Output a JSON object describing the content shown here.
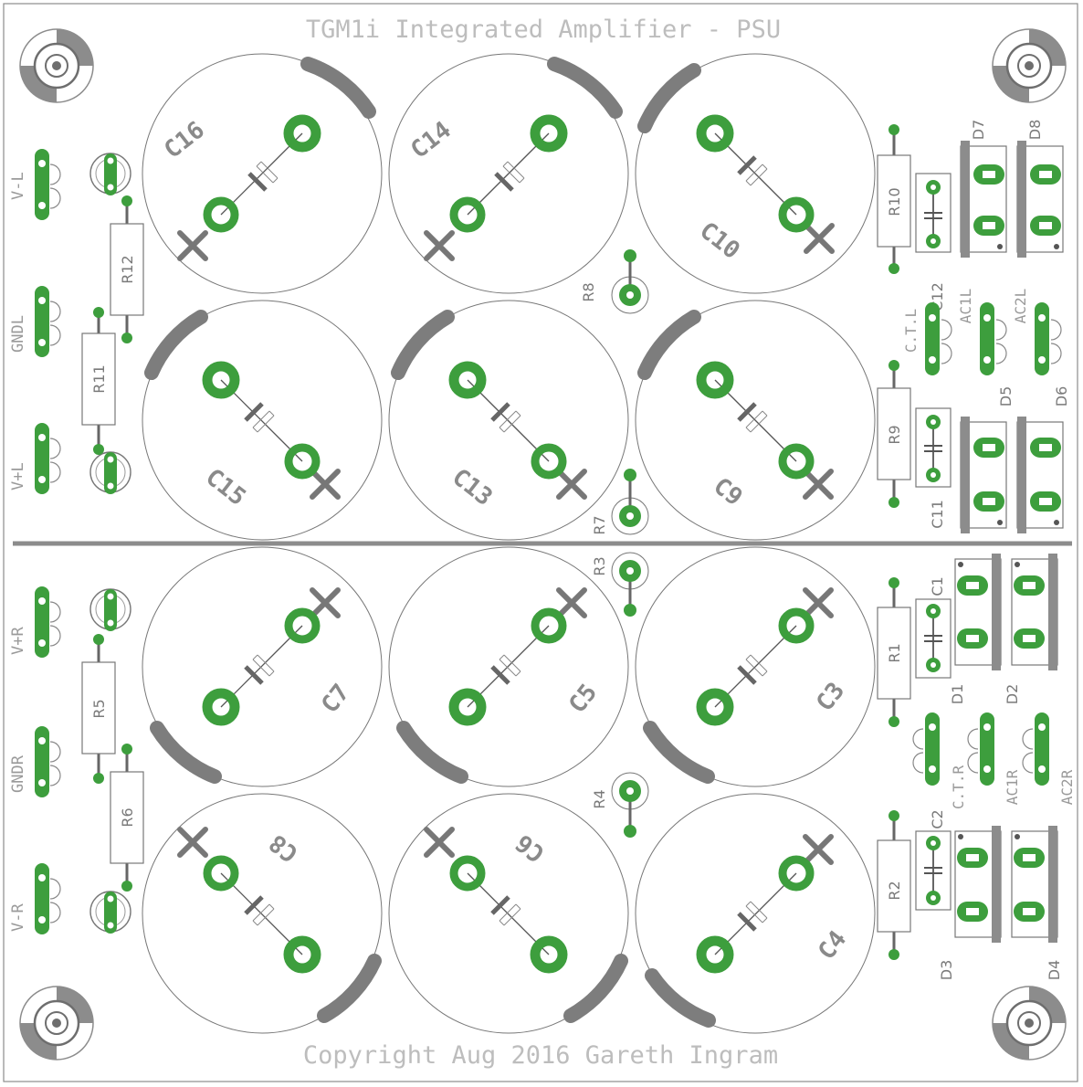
{
  "board": {
    "title": "TGM1i Integrated Amplifier - PSU",
    "copyright": "Copyright Aug 2016 Gareth Ingram",
    "colors": {
      "pad": "#3d9e3d",
      "silk": "#7a7a7a",
      "outline": "#777777",
      "divider": "#8c8c8c",
      "title": "#bdbdbd"
    }
  },
  "connectors": [
    "V-L",
    "GNDL",
    "V+L",
    "V+R",
    "GNDR",
    "V-R",
    "C.T.L",
    "AC1L",
    "AC2L",
    "C.T.R",
    "AC1R",
    "AC2R"
  ],
  "capacitors_large": [
    "C16",
    "C14",
    "C10",
    "C15",
    "C13",
    "C9",
    "C7",
    "C5",
    "C3",
    "C8",
    "C6",
    "C4"
  ],
  "capacitors_small": [
    "C12",
    "C11",
    "C1",
    "C2"
  ],
  "resistors": [
    "R12",
    "R11",
    "R10",
    "R9",
    "R8",
    "R7",
    "R3",
    "R4",
    "R5",
    "R6",
    "R1",
    "R2"
  ],
  "diodes": [
    "D7",
    "D8",
    "D5",
    "D6",
    "D1",
    "D2",
    "D3",
    "D4"
  ]
}
